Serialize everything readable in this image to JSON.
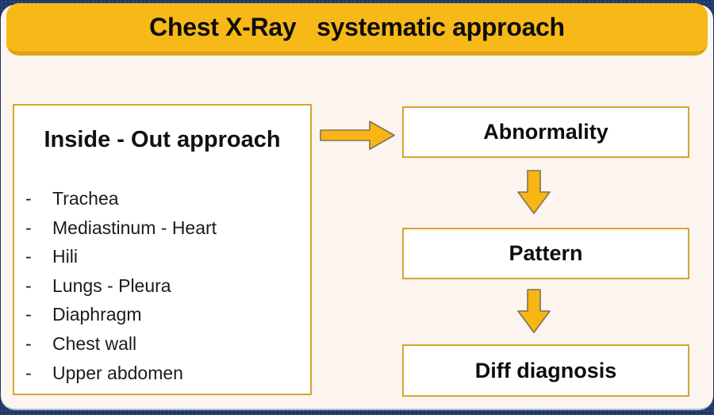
{
  "colors": {
    "navy_background": "#1e3765",
    "navy_dots": "#35578d",
    "cream_panel": "#fcf4ee",
    "header_yellow": "#f7b917",
    "header_edge_gold": "#dda313",
    "box_border_gold": "#d5a52f",
    "box_fill": "#ffffff",
    "arrow_fill": "#f9b513",
    "arrow_outline": "#7d7259",
    "text_dark": "#0d0d0d"
  },
  "header": {
    "title": "Chest X-Ray   systematic approach"
  },
  "left_box": {
    "heading": "Inside - Out approach",
    "marker": "-",
    "items": [
      "Trachea",
      "Mediastinum - Heart",
      "Hili",
      "Lungs - Pleura",
      "Diaphragm",
      "Chest wall",
      "Upper abdomen"
    ]
  },
  "flow": {
    "steps": [
      "Abnormality",
      "Pattern",
      "Diff diagnosis"
    ]
  },
  "icons": {
    "right_arrow": "arrow-right-icon",
    "down_arrow": "arrow-down-icon"
  }
}
